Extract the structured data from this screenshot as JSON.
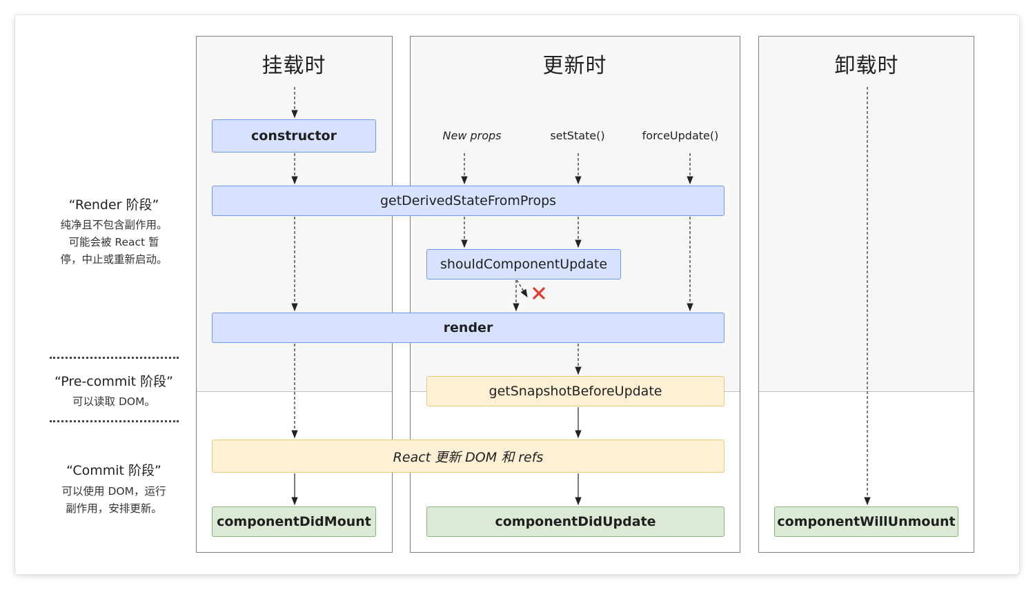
{
  "columns": {
    "mount": {
      "title": "挂载时"
    },
    "update": {
      "title": "更新时"
    },
    "unmount": {
      "title": "卸载时"
    }
  },
  "triggers": {
    "new_props": "New props",
    "set_state": "setState()",
    "force_update": "forceUpdate()"
  },
  "methods": {
    "constructor": "constructor",
    "get_derived_state": "getDerivedStateFromProps",
    "should_update": "shouldComponentUpdate",
    "render": "render",
    "snapshot": "getSnapshotBeforeUpdate",
    "react_updates": "React 更新 DOM 和 refs",
    "did_mount": "componentDidMount",
    "did_update": "componentDidUpdate",
    "will_unmount": "componentWillUnmount"
  },
  "phases": {
    "render": {
      "title": "“Render 阶段”",
      "desc": [
        "纯净且不包含副作用。",
        "可能会被 React 暂",
        "停，中止或重新启动。"
      ]
    },
    "precommit": {
      "title": "“Pre-commit 阶段”",
      "desc": [
        "可以读取 DOM。"
      ]
    },
    "commit": {
      "title": "“Commit 阶段”",
      "desc": [
        "可以使用 DOM，运行",
        "副作用，安排更新。"
      ]
    }
  },
  "colors": {
    "render_box": "#d6e2fe",
    "precommit_box": "#fdf0d4",
    "commit_box": "#dce9d5",
    "cancel_mark": "#e03b2f"
  },
  "icons": {
    "cancel": "cross-icon"
  }
}
